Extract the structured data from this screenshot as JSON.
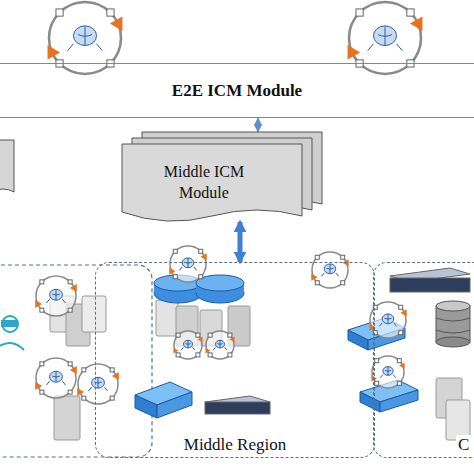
{
  "diagram": {
    "nodes": [
      {
        "text": [
          "E2E ICM Module"
        ]
      },
      {
        "text": [
          "Middle ICM Module"
        ]
      },
      {
        "text": [
          "Middle Region"
        ]
      },
      {
        "text": [
          "C"
        ]
      }
    ],
    "edges": [
      {
        "from": 1,
        "to": 0,
        "arrow": "both"
      },
      {
        "from": 1,
        "to": 2,
        "arrow": "both"
      }
    ]
  }
}
